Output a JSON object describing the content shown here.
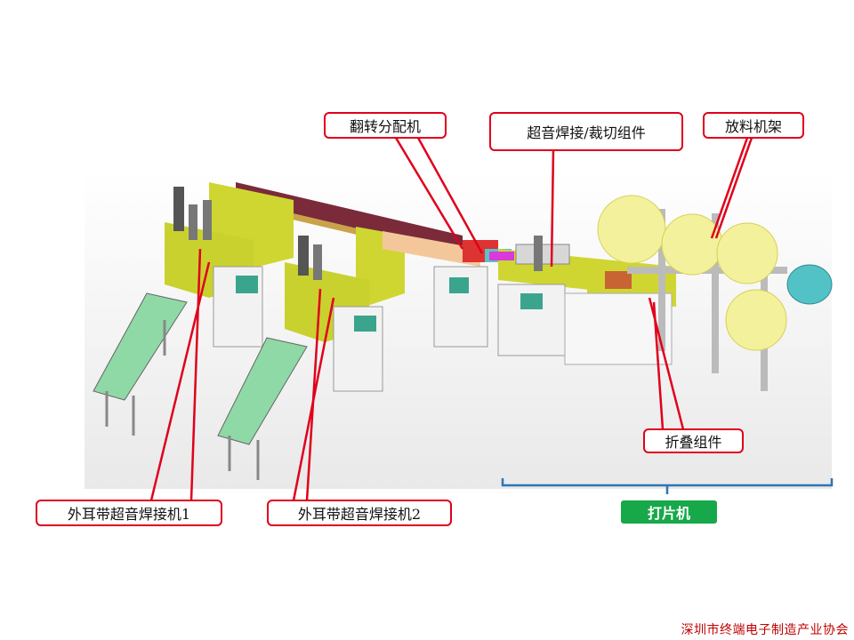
{
  "labels": {
    "flip_distributor": "翻转分配机",
    "ultrasonic_weld_cut": "超音焊接/裁切组件",
    "material_rack": "放料机架",
    "folding_assembly": "折叠组件",
    "ear_loop_welder_1": "外耳带超音焊接机1",
    "ear_loop_welder_2": "外耳带超音焊接机2",
    "blank_machine": "打片机"
  },
  "footer": {
    "organization": "深圳市终端电子制造产业协会"
  },
  "colors": {
    "callout_border": "#e0001b",
    "leader_line": "#e0001b",
    "bracket": "#2e75b6",
    "blank_machine_fill": "#17a84a",
    "footer_text": "#c00000"
  }
}
